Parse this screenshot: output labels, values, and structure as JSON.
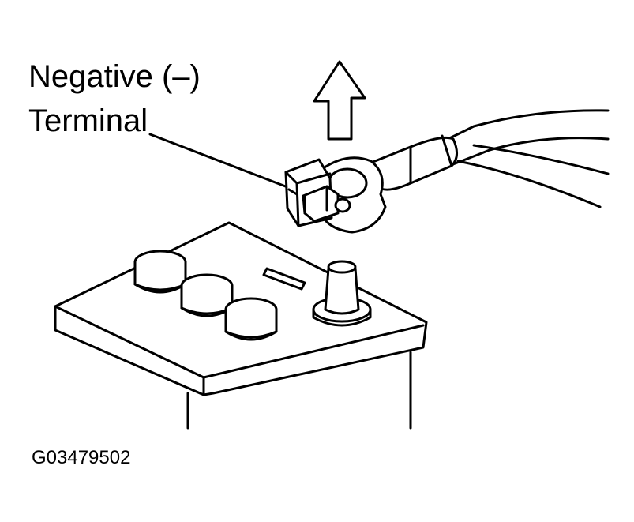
{
  "callout": {
    "line1": "Negative (–)",
    "line2": "Terminal"
  },
  "figure_id": "G03479502",
  "colors": {
    "ink": "#000000",
    "paper": "#ffffff"
  },
  "icons": {
    "direction": "up-arrow-icon"
  }
}
